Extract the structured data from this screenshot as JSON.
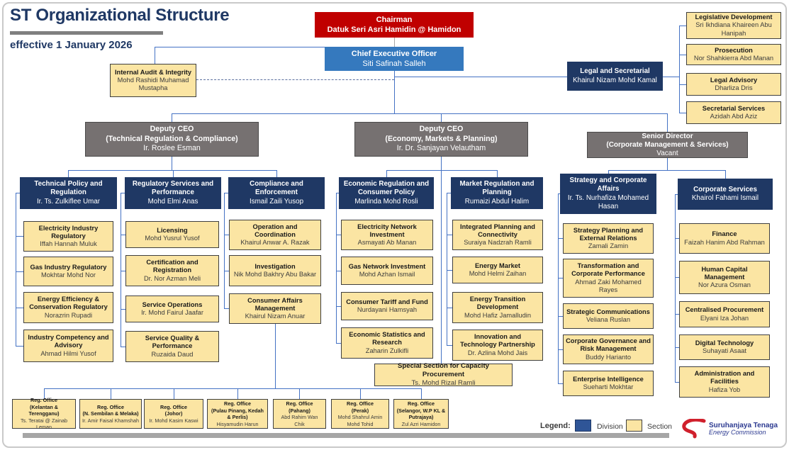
{
  "slide": {
    "title": "ST Organizational Structure",
    "subtitle": "effective 1 January 2026"
  },
  "chairman": {
    "title": "Chairman",
    "name": "Datuk Seri Asri Hamidin @ Hamidon"
  },
  "ceo": {
    "title": "Chief Executive Officer",
    "name": "Siti Safinah Salleh"
  },
  "internal_audit": {
    "title": "Internal Audit & Integrity",
    "name": "Mohd Rashidi Muhamad Mustapha"
  },
  "legal_secretarial": {
    "title": "Legal and Secretarial",
    "name": "Khairul Nizam Mohd Kamal"
  },
  "legal_sections": [
    {
      "title": "Legislative Development",
      "name": "Sri Ikhdiana Khaireen Abu Hanipah"
    },
    {
      "title": "Prosecution",
      "name": "Nor Shahkierra Abd Manan"
    },
    {
      "title": "Legal Advisory",
      "name": "Dharliza Dris"
    },
    {
      "title": "Secretarial Services",
      "name": "Azidah Abd Aziz"
    }
  ],
  "executives": [
    {
      "title": "Deputy CEO",
      "scope": "(Technical Regulation & Compliance)",
      "name": "Ir. Roslee Esman"
    },
    {
      "title": "Deputy CEO",
      "scope": "(Economy, Markets & Planning)",
      "name": "Ir. Dr. Sanjayan Velautham"
    },
    {
      "title": "Senior Director",
      "scope": "(Corporate Management & Services)",
      "name": "Vacant"
    }
  ],
  "divisions": [
    {
      "title": "Technical Policy and Regulation",
      "name": "Ir. Ts. Zulkiflee Umar",
      "sections": [
        {
          "title": "Electricity Industry Regulatory",
          "name": "Iffah Hannah Muluk"
        },
        {
          "title": "Gas Industry Regulatory",
          "name": "Mokhtar Mohd Nor"
        },
        {
          "title": "Energy Efficiency & Conservation Regulatory",
          "name": "Norazrin Rupadi"
        },
        {
          "title": "Industry Competency and Advisory",
          "name": "Ahmad Hilmi Yusof"
        }
      ]
    },
    {
      "title": "Regulatory Services and Performance",
      "name": "Mohd Elmi Anas",
      "sections": [
        {
          "title": "Licensing",
          "name": "Mohd Yusrul Yusof"
        },
        {
          "title": "Certification and Registration",
          "name": "Dr. Nor Azman Meli"
        },
        {
          "title": "Service Operations",
          "name": "Ir. Mohd Fairul Jaafar"
        },
        {
          "title": "Service Quality & Performance",
          "name": "Ruzaida Daud"
        }
      ]
    },
    {
      "title": "Compliance and Enforcement",
      "name": "Ismail Zaili Yusop",
      "sections": [
        {
          "title": "Operation and Coordination",
          "name": "Khairul Anwar A. Razak"
        },
        {
          "title": "Investigation",
          "name": "Nik Mohd Bakhry Abu Bakar"
        },
        {
          "title": "Consumer Affairs Management",
          "name": "Khairul Nizam Anuar"
        }
      ]
    },
    {
      "title": "Economic Regulation and Consumer Policy",
      "name": "Marlinda Mohd Rosli",
      "sections": [
        {
          "title": "Electricity Network Investment",
          "name": "Asmayati Ab Manan"
        },
        {
          "title": "Gas Network Investment",
          "name": "Mohd Azhan Ismail"
        },
        {
          "title": "Consumer Tariff and Fund",
          "name": "Nurdayani Hamsyah"
        },
        {
          "title": "Economic Statistics and Research",
          "name": "Zaharin Zulkifli"
        }
      ]
    },
    {
      "title": "Market Regulation and Planning",
      "name": "Rumaizi Abdul Halim",
      "sections": [
        {
          "title": "Integrated Planning and Connectivity",
          "name": "Suraiya Nadzrah Ramli"
        },
        {
          "title": "Energy Market",
          "name": "Mohd Helmi Zaihan"
        },
        {
          "title": "Energy Transition Development",
          "name": "Mohd Hafiz Jamalludin"
        },
        {
          "title": "Innovation and Technology Partnership",
          "name": "Dr. Azlina Mohd Jais"
        }
      ]
    },
    {
      "title": "Strategy and Corporate Affairs",
      "name": "Ir. Ts. Nurhafiza Mohamed Hasan",
      "sections": [
        {
          "title": "Strategy Planning and External Relations",
          "name": "Zamali Zamin"
        },
        {
          "title": "Transformation and Corporate Performance",
          "name": "Ahmad Zaki Mohamed Rayes"
        },
        {
          "title": "Strategic Communications",
          "name": "Veliana Ruslan"
        },
        {
          "title": "Corporate Governance and Risk Management",
          "name": "Buddy Harianto"
        },
        {
          "title": "Enterprise Intelligence",
          "name": "Sueharti Mokhtar"
        }
      ]
    },
    {
      "title": "Corporate Services",
      "name": "Khairol Fahami Ismail",
      "sections": [
        {
          "title": "Finance",
          "name": "Faizah Hanim Abd Rahman"
        },
        {
          "title": "Human Capital Management",
          "name": "Nor Azura Osman"
        },
        {
          "title": "Centralised Procurement",
          "name": "Elyani Iza Johan"
        },
        {
          "title": "Digital Technology",
          "name": "Suhayati Asaat"
        },
        {
          "title": "Administration and Facilities",
          "name": "Hafiza Yob"
        }
      ]
    }
  ],
  "special_section": {
    "title": "Special Section for Capacity Procurement",
    "name": "Ts. Mohd Rizal Ramli"
  },
  "regional_offices": [
    {
      "title": "Reg. Office",
      "region": "(Kelantan & Terengganu)",
      "name": "Ts. Teratai @ Zainab Leman"
    },
    {
      "title": "Reg. Office",
      "region": "(N. Sembilan & Melaka)",
      "name": "Ir. Amir Faisal Khamshah"
    },
    {
      "title": "Reg. Office",
      "region": "(Johor)",
      "name": "Ir. Mohd Kasim Kaswi"
    },
    {
      "title": "Reg. Office",
      "region": "(Pulau Pinang, Kedah & Perlis)",
      "name": "Hisyamudin Harun"
    },
    {
      "title": "Reg. Office",
      "region": "(Pahang)",
      "name": "Abd Rahim Wan Chik"
    },
    {
      "title": "Reg. Office",
      "region": "(Perak)",
      "name": "Mohd Shahrul Amin Mohd Tohid"
    },
    {
      "title": "Reg. Office",
      "region": "(Selangor, W.P KL & Putrajaya)",
      "name": "Zul Azri Hamidon"
    }
  ],
  "legend": {
    "label": "Legend:",
    "division_label": "Division",
    "section_label": "Section"
  },
  "logo": {
    "name": "Suruhanjaya Tenaga",
    "tagline": "Energy Commission"
  },
  "colors": {
    "division": "#1F3864",
    "section": "#FBE5A3",
    "chairman": "#C00000",
    "ceo": "#3579BE",
    "executive": "#767171",
    "connector": "#4472C4",
    "logo_red": "#D0202C",
    "logo_blue": "#2B3990"
  }
}
